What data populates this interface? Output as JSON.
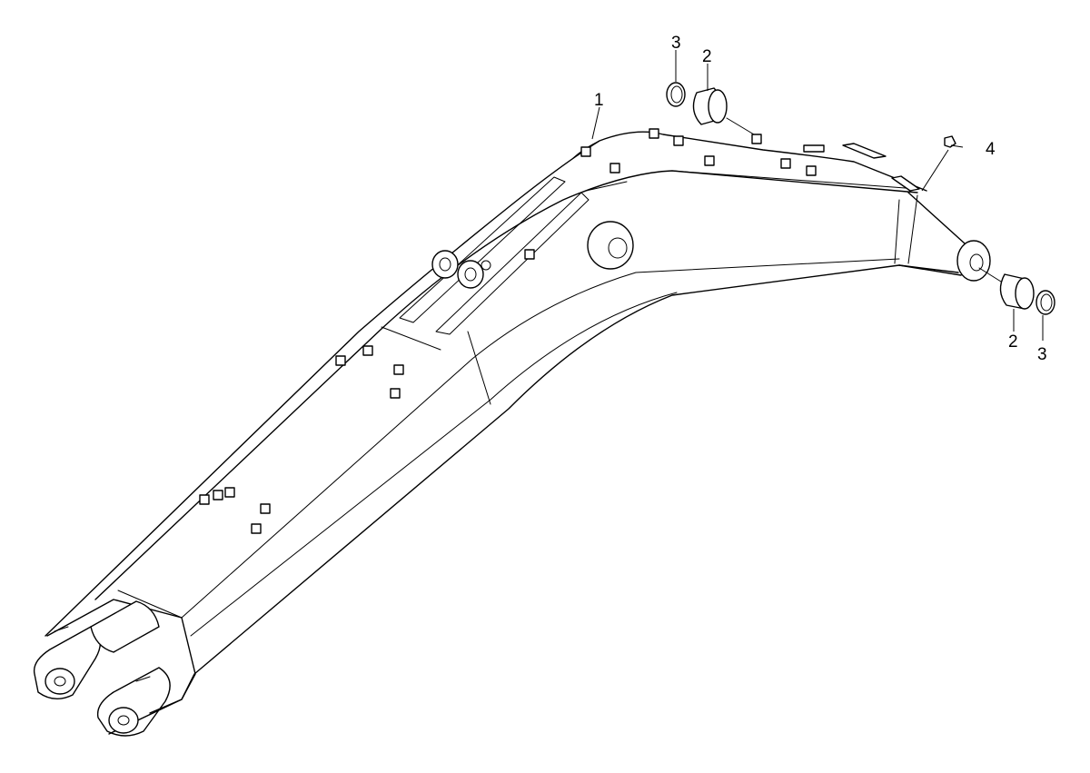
{
  "figure": {
    "callouts": [
      {
        "id": "c1",
        "label": "1"
      },
      {
        "id": "c2a",
        "label": "2"
      },
      {
        "id": "c3a",
        "label": "3"
      },
      {
        "id": "c4",
        "label": "4"
      },
      {
        "id": "c2b",
        "label": "2"
      },
      {
        "id": "c3b",
        "label": "3"
      }
    ]
  }
}
